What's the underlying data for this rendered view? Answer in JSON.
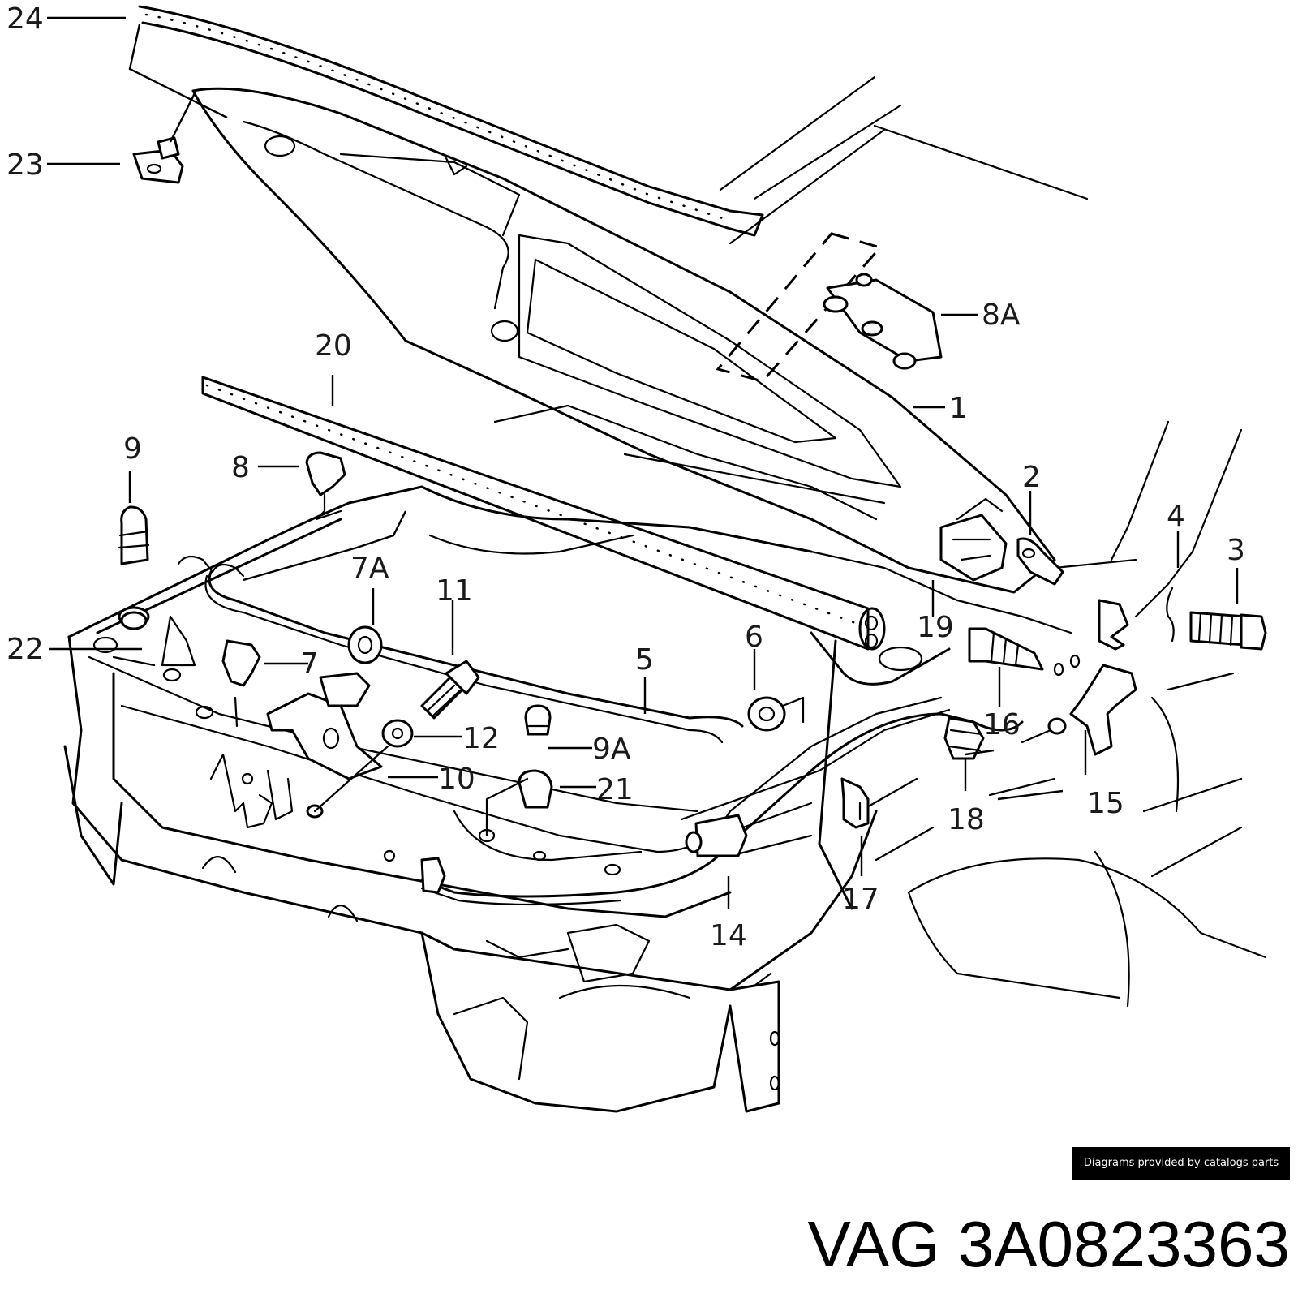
{
  "callouts": [
    "1",
    "2",
    "3",
    "4",
    "5",
    "6",
    "7",
    "7A",
    "8",
    "8A",
    "9",
    "9A",
    "10",
    "11",
    "12",
    "14",
    "15",
    "16",
    "17",
    "18",
    "19",
    "20",
    "21",
    "22",
    "23",
    "24"
  ],
  "credit": "Diagrams provided by catalogs parts",
  "part_number": "VAG 3A0823363"
}
